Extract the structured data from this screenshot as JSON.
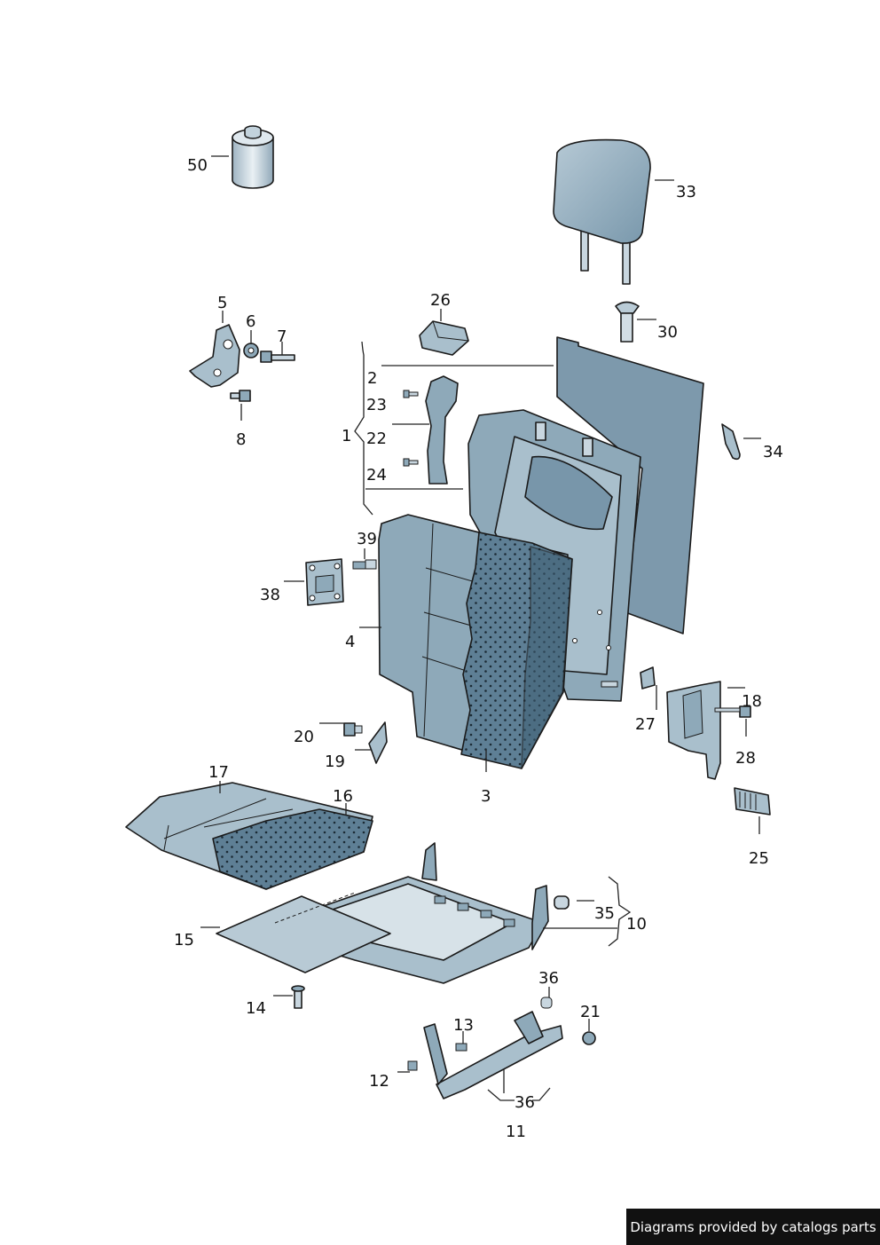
{
  "colors": {
    "part_fill": "#a9bfcc",
    "part_mid": "#8ea9b9",
    "part_dark": "#5f7e91",
    "foam_fill": "#5e7f95",
    "foam_dots": "#1b2a35",
    "outline": "#1a1a1a",
    "credit_bg": "#111111",
    "credit_text": "#ffffff"
  },
  "callouts": [
    {
      "id": "50",
      "label": "50"
    },
    {
      "id": "33",
      "label": "33"
    },
    {
      "id": "5",
      "label": "5"
    },
    {
      "id": "6",
      "label": "6"
    },
    {
      "id": "7",
      "label": "7"
    },
    {
      "id": "8",
      "label": "8"
    },
    {
      "id": "26",
      "label": "26"
    },
    {
      "id": "30",
      "label": "30"
    },
    {
      "id": "2",
      "label": "2"
    },
    {
      "id": "23",
      "label": "23"
    },
    {
      "id": "1",
      "label": "1"
    },
    {
      "id": "22",
      "label": "22"
    },
    {
      "id": "24",
      "label": "24"
    },
    {
      "id": "34",
      "label": "34"
    },
    {
      "id": "39",
      "label": "39"
    },
    {
      "id": "38",
      "label": "38"
    },
    {
      "id": "4",
      "label": "4"
    },
    {
      "id": "18",
      "label": "18"
    },
    {
      "id": "27",
      "label": "27"
    },
    {
      "id": "28",
      "label": "28"
    },
    {
      "id": "20",
      "label": "20"
    },
    {
      "id": "19",
      "label": "19"
    },
    {
      "id": "3",
      "label": "3"
    },
    {
      "id": "17",
      "label": "17"
    },
    {
      "id": "16",
      "label": "16"
    },
    {
      "id": "25",
      "label": "25"
    },
    {
      "id": "35",
      "label": "35"
    },
    {
      "id": "10",
      "label": "10"
    },
    {
      "id": "15",
      "label": "15"
    },
    {
      "id": "14",
      "label": "14"
    },
    {
      "id": "36a",
      "label": "36"
    },
    {
      "id": "21",
      "label": "21"
    },
    {
      "id": "13",
      "label": "13"
    },
    {
      "id": "12",
      "label": "12"
    },
    {
      "id": "36b",
      "label": "36"
    },
    {
      "id": "11",
      "label": "11"
    }
  ],
  "credit": "Diagrams provided by catalogs parts"
}
